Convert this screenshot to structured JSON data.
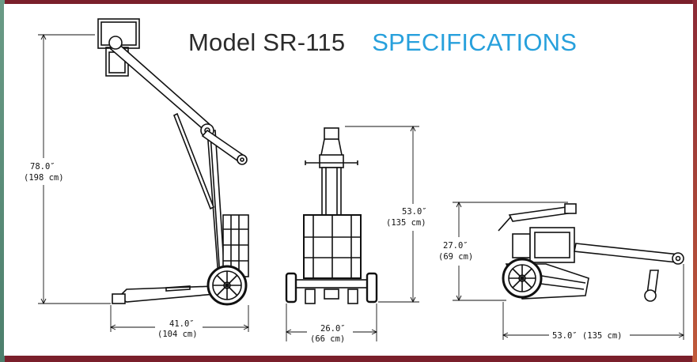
{
  "title": {
    "model": "Model SR-115",
    "specifications": "SPECIFICATIONS"
  },
  "dimensions": {
    "side_height_in": "78.0″",
    "side_height_cm": "(198 cm)",
    "side_width_in": "41.0″",
    "side_width_cm": "(104 cm)",
    "front_height_in": "53.0″",
    "front_height_cm": "(135 cm)",
    "front_width_in": "26.0″",
    "front_width_cm": "(66 cm)",
    "folded_height_in": "27.0″",
    "folded_height_cm": "(69 cm)",
    "folded_length": "53.0″ (135 cm)"
  },
  "colors": {
    "frame": "#7a1f2b",
    "accent": "#27a0dc",
    "ink": "#111111"
  }
}
